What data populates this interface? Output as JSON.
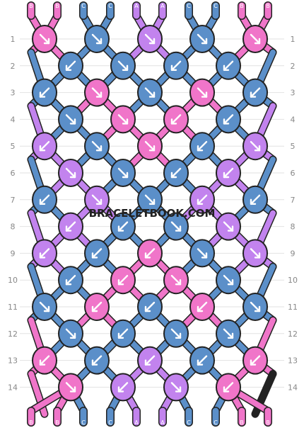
{
  "colors": {
    "A": "#c283ee",
    "B": "#f075c9",
    "C": "#5b8fc9"
  },
  "outline": "#222222",
  "strands_top": [
    "B",
    "B",
    "C",
    "C",
    "A",
    "A",
    "C",
    "C",
    "B",
    "B"
  ],
  "strands_bottom": [
    "B",
    "B",
    "C",
    "C",
    "A",
    "A",
    "C",
    "C",
    "B",
    "B"
  ],
  "row_numbers": [
    "1",
    "2",
    "3",
    "4",
    "5",
    "6",
    "7",
    "8",
    "9",
    "10",
    "11",
    "12",
    "13",
    "14"
  ],
  "knots": [
    [
      {
        "c": "B",
        "d": "right"
      },
      {
        "c": "C",
        "d": "right"
      },
      {
        "c": "A",
        "d": "right"
      },
      {
        "c": "C",
        "d": "right"
      },
      {
        "c": "B",
        "d": "right"
      }
    ],
    [
      {
        "c": "C",
        "d": "left"
      },
      {
        "c": "C",
        "d": "right"
      },
      {
        "c": "C",
        "d": "left"
      },
      {
        "c": "C",
        "d": "left"
      }
    ],
    [
      {
        "c": "C",
        "d": "left"
      },
      {
        "c": "B",
        "d": "right"
      },
      {
        "c": "C",
        "d": "right"
      },
      {
        "c": "B",
        "d": "right"
      },
      {
        "c": "C",
        "d": "left"
      }
    ],
    [
      {
        "c": "C",
        "d": "right"
      },
      {
        "c": "B",
        "d": "right"
      },
      {
        "c": "B",
        "d": "left"
      },
      {
        "c": "C",
        "d": "left"
      }
    ],
    [
      {
        "c": "A",
        "d": "left"
      },
      {
        "c": "C",
        "d": "right"
      },
      {
        "c": "B",
        "d": "right"
      },
      {
        "c": "C",
        "d": "left"
      },
      {
        "c": "A",
        "d": "right"
      }
    ],
    [
      {
        "c": "A",
        "d": "right"
      },
      {
        "c": "C",
        "d": "right"
      },
      {
        "c": "C",
        "d": "left"
      },
      {
        "c": "A",
        "d": "left"
      }
    ],
    [
      {
        "c": "C",
        "d": "left"
      },
      {
        "c": "A",
        "d": "right"
      },
      {
        "c": "C",
        "d": "right"
      },
      {
        "c": "A",
        "d": "left"
      },
      {
        "c": "C",
        "d": "left"
      }
    ],
    [
      {
        "c": "A",
        "d": "left"
      },
      {
        "c": "C",
        "d": "left"
      },
      {
        "c": "C",
        "d": "right"
      },
      {
        "c": "A",
        "d": "right"
      }
    ],
    [
      {
        "c": "A",
        "d": "left"
      },
      {
        "c": "C",
        "d": "left"
      },
      {
        "c": "B",
        "d": "left"
      },
      {
        "c": "C",
        "d": "right"
      },
      {
        "c": "A",
        "d": "right"
      }
    ],
    [
      {
        "c": "C",
        "d": "left"
      },
      {
        "c": "B",
        "d": "left"
      },
      {
        "c": "B",
        "d": "right"
      },
      {
        "c": "C",
        "d": "right"
      }
    ],
    [
      {
        "c": "C",
        "d": "right"
      },
      {
        "c": "B",
        "d": "left"
      },
      {
        "c": "C",
        "d": "left"
      },
      {
        "c": "B",
        "d": "left"
      },
      {
        "c": "C",
        "d": "right"
      }
    ],
    [
      {
        "c": "C",
        "d": "right"
      },
      {
        "c": "C",
        "d": "left"
      },
      {
        "c": "C",
        "d": "right"
      },
      {
        "c": "C",
        "d": "right"
      }
    ],
    [
      {
        "c": "B",
        "d": "left"
      },
      {
        "c": "C",
        "d": "left"
      },
      {
        "c": "A",
        "d": "left"
      },
      {
        "c": "C",
        "d": "left"
      },
      {
        "c": "B",
        "d": "left"
      }
    ],
    [
      {
        "c": "B",
        "d": "right"
      },
      {
        "c": "A",
        "d": "left"
      },
      {
        "c": "A",
        "d": "right"
      },
      {
        "c": "B",
        "d": "left"
      }
    ]
  ],
  "watermark": "BRACELETBOOK.COM"
}
